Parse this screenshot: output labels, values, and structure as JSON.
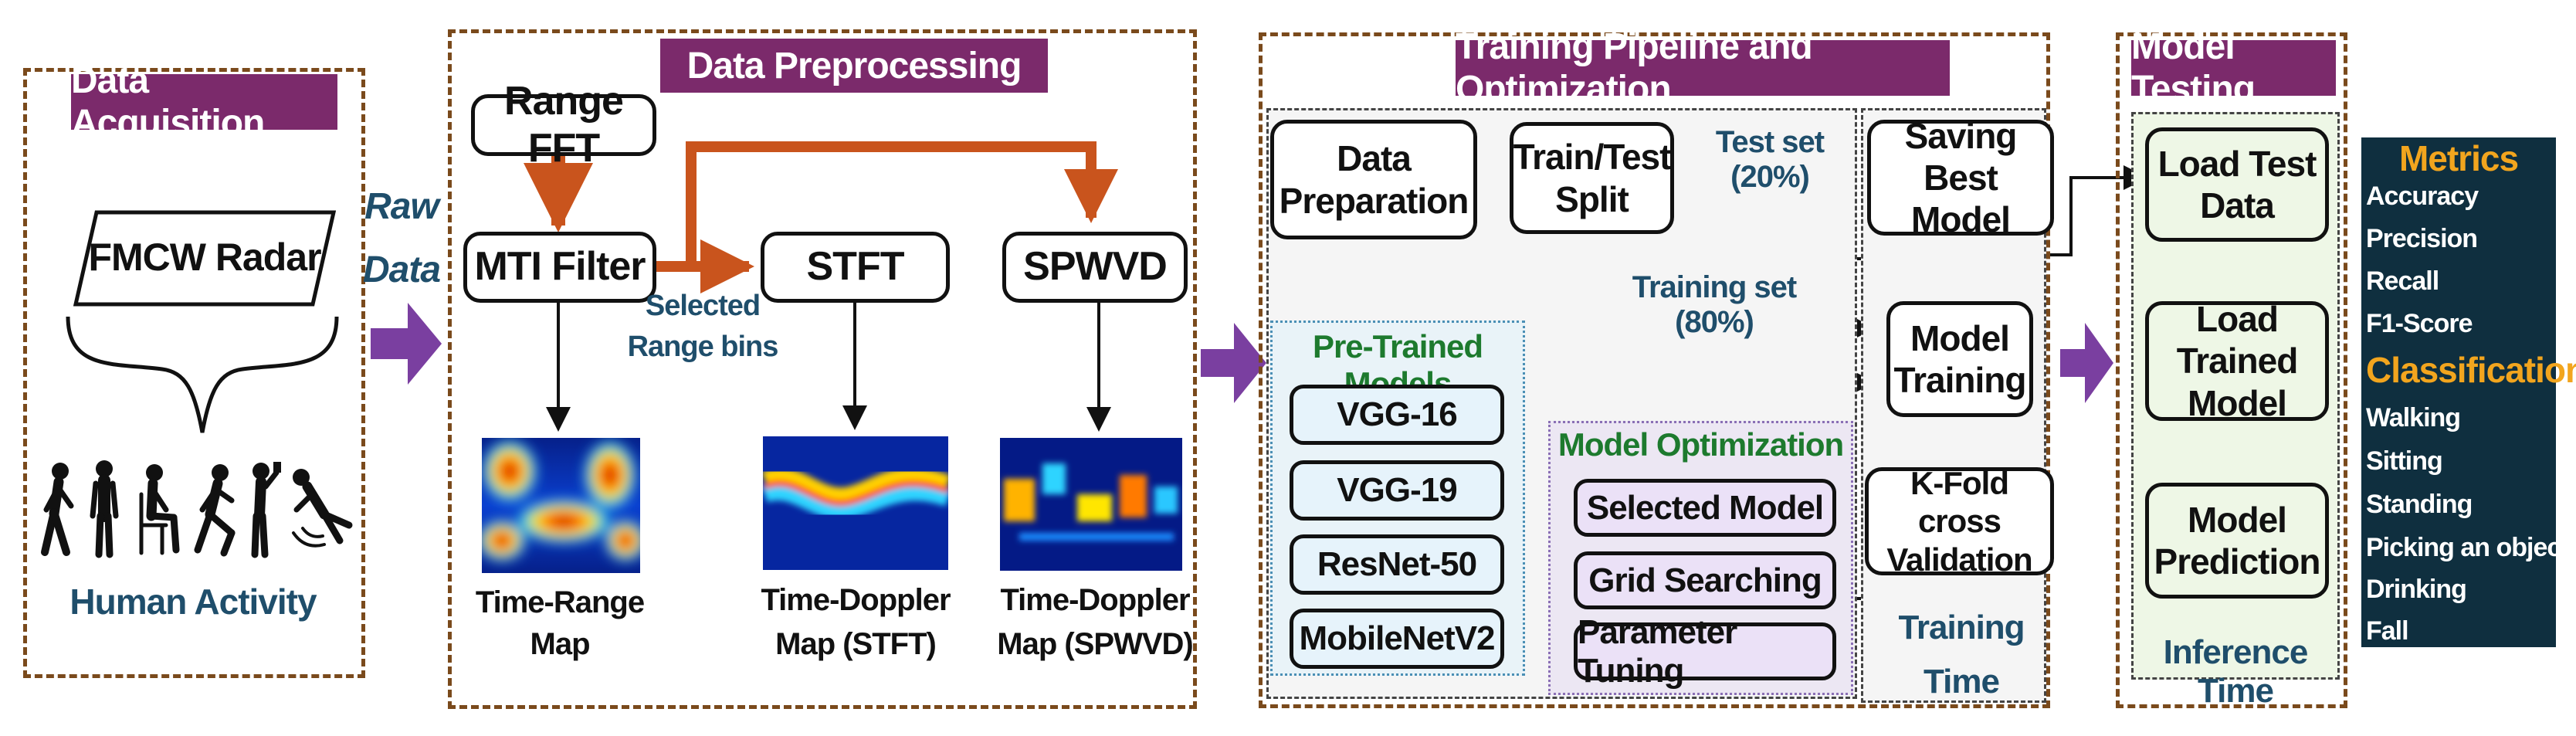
{
  "sections": {
    "acquisition": "Data Acquisition",
    "preprocessing": "Data Preprocessing",
    "training": "Training Pipeline and Optimization",
    "testing": "Model Testing"
  },
  "acquisition": {
    "radar": "FMCW Radar",
    "human_activity": "Human Activity"
  },
  "arrow_labels": {
    "raw": "Raw",
    "data": "Data"
  },
  "preprocessing": {
    "range_fft": "Range FFT",
    "mti_filter": "MTI Filter",
    "stft": "STFT",
    "spwvd": "SPWVD",
    "selected": "Selected",
    "range_bins": "Range bins",
    "map1_line1": "Time-Range",
    "map1_line2": "Map",
    "map2_line1": "Time-Doppler",
    "map2_line2": "Map (STFT)",
    "map3_line1": "Time-Doppler",
    "map3_line2": "Map (SPWVD)"
  },
  "training": {
    "data_prep_line1": "Data",
    "data_prep_line2": "Preparation",
    "split_line1": "Train/Test",
    "split_line2": "Split",
    "test_set": "Test set (20%)",
    "training_set": "Training set (80%)",
    "saving_line1": "Saving Best",
    "saving_line2": "Model",
    "model_training_line1": "Model",
    "model_training_line2": "Training",
    "kfold_line1": "K-Fold cross",
    "kfold_line2": "Validation",
    "pretrained_title": "Pre-Trained Models",
    "models": [
      "VGG-16",
      "VGG-19",
      "ResNet-50",
      "MobileNetV2"
    ],
    "optimization_title": "Model Optimization",
    "optimization_items": [
      "Selected Model",
      "Grid Searching",
      "Parameter Tuning"
    ],
    "time_line1": "Training",
    "time_line2": "Time"
  },
  "testing": {
    "load_test_line1": "Load Test",
    "load_test_line2": "Data",
    "load_trained_line1": "Load Trained",
    "load_trained_line2": "Model",
    "prediction_line1": "Model",
    "prediction_line2": "Prediction",
    "inference_time": "Inference Time"
  },
  "results": {
    "metrics_title": "Metrics",
    "metrics": [
      "Accuracy",
      "Precision",
      "Recall",
      "F1-Score"
    ],
    "classification_title": "Classification",
    "classes": [
      "Walking",
      "Sitting",
      "Standing",
      "Picking an object",
      "Drinking",
      "Fall"
    ]
  },
  "colors": {
    "section_title_bg": "#7b2a6b",
    "frame": "#7a4a1c",
    "orange_arrow": "#c9541d",
    "purple_arrow": "#7a3fa0",
    "side_panel": "#0f2f3f",
    "accent_text": "#f2a51e",
    "label_blue": "#1f4e6b",
    "label_green": "#1d7a2e"
  }
}
